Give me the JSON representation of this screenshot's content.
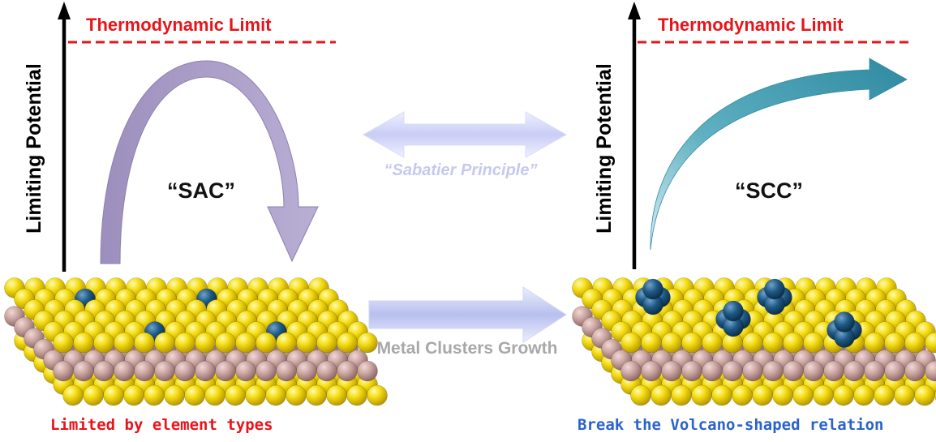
{
  "left_panel": {
    "axis_title": "Limiting Potential",
    "limit_label": "Thermodynamic Limit",
    "catalyst_label": "“SAC”",
    "caption": "Limited by element types"
  },
  "middle": {
    "principle_label": "“Sabatier Principle”",
    "growth_label": "Metal Clusters Growth"
  },
  "right_panel": {
    "axis_title": "Limiting Potential",
    "limit_label": "Thermodynamic Limit",
    "catalyst_label": "“SCC”",
    "caption": "Break the Volcano-shaped relation"
  },
  "colors": {
    "limit_line": "#e8141a",
    "volcano_arrow": "#a898c6",
    "scc_arrow": "#3b93a8",
    "gold_atom": "#f2d80f",
    "substrate_atom": "#c9a3a0",
    "metal_atom": "#1f5a86",
    "caption_left": "#e8141a",
    "caption_right": "#2a63c9"
  }
}
